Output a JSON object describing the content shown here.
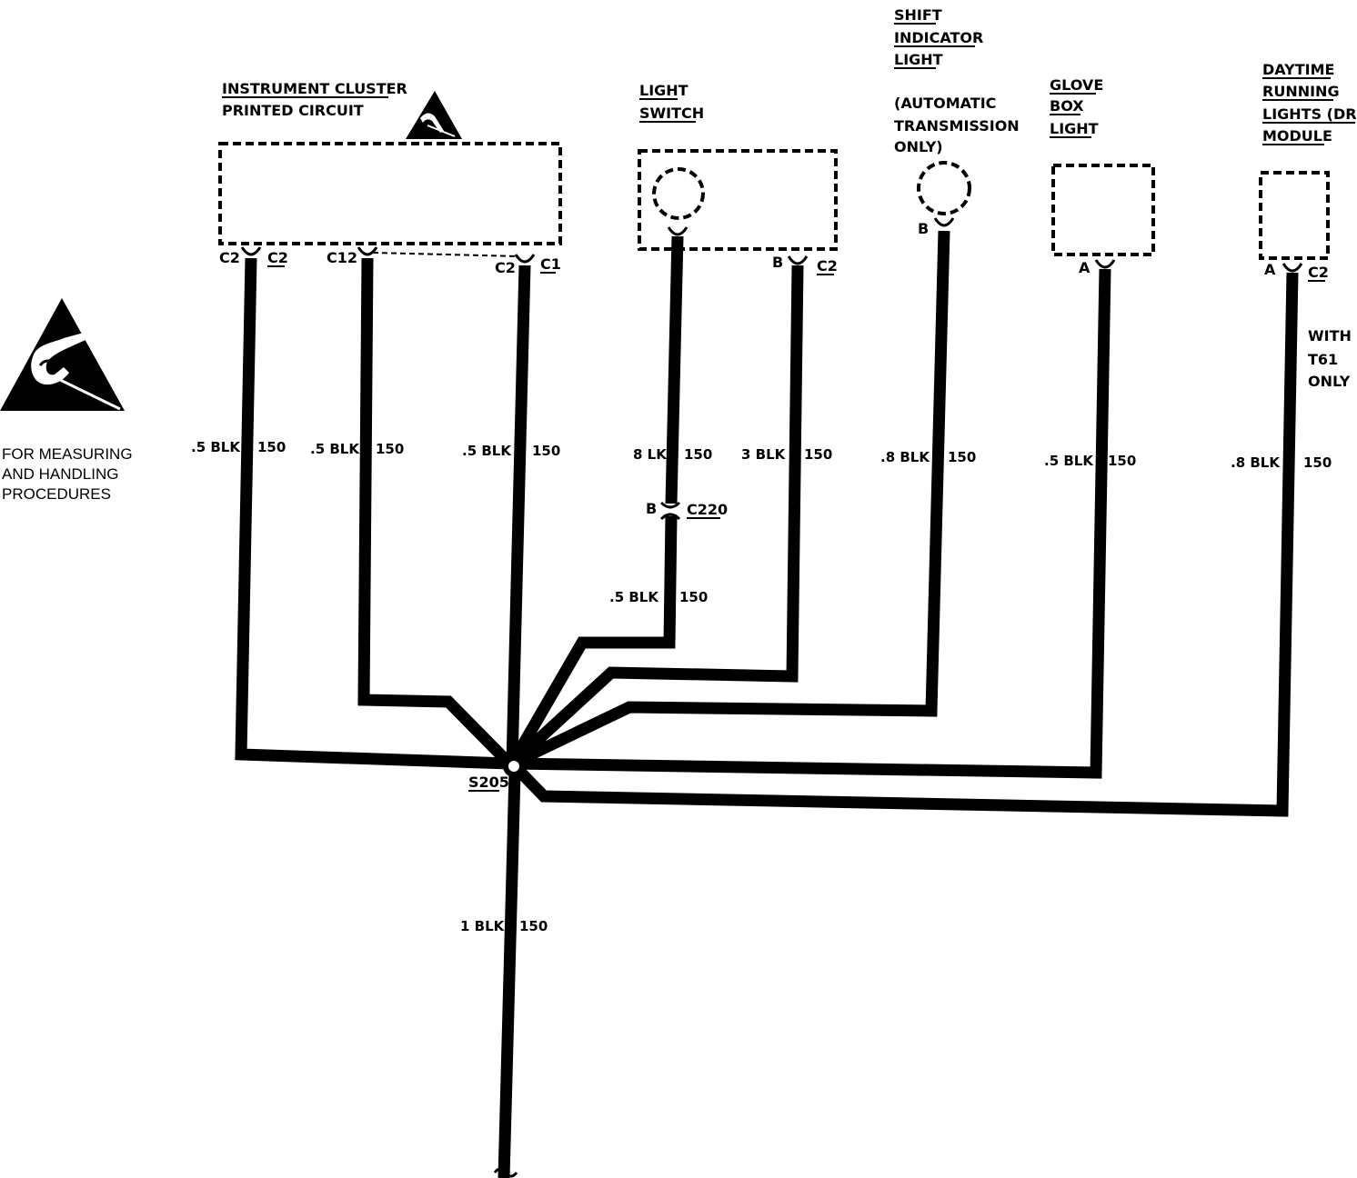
{
  "components": {
    "instrument_cluster": {
      "line1": "INSTRUMENT CLUSTER",
      "line2": "PRINTED CIRCUIT"
    },
    "light_switch": {
      "line1": "LIGHT",
      "line2": "SWITCH"
    },
    "shift_indicator": {
      "line1": "SHIFT",
      "line2": "INDICATOR",
      "line3": "LIGHT",
      "note1": "(AUTOMATIC",
      "note2": "TRANSMISSION",
      "note3": "ONLY)"
    },
    "glove_box": {
      "line1": "GLOVE",
      "line2": "BOX",
      "line3": "LIGHT"
    },
    "drl_module": {
      "line1": "DAYTIME",
      "line2": "RUNNING",
      "line3": "LIGHTS (DRL)",
      "line4": "MODULE"
    }
  },
  "esd_note": {
    "line1": "FOR MEASURING",
    "line2": "AND HANDLING",
    "line3": "PROCEDURES"
  },
  "connectors": {
    "ic_c2_pin": "C2",
    "ic_c2_conn": "C2",
    "ic_c12_pin": "C12",
    "ic_c1_pin": "C2",
    "ic_c1_conn": "C1",
    "ls_b_pin": "B",
    "ls_b_conn": "C2",
    "si_pin": "B",
    "gb_pin": "A",
    "drl_pin": "A",
    "drl_conn": "C2",
    "c220_pin": "B",
    "c220_conn": "C220"
  },
  "drl_option": {
    "line1": "WITH",
    "line2": "T61",
    "line3": "ONLY"
  },
  "wires": [
    {
      "size": ".5 BLK",
      "circuit": "150"
    },
    {
      "size": ".5 BLK",
      "circuit": "150"
    },
    {
      "size": ".5 BLK",
      "circuit": "150"
    },
    {
      "size": "8 LK",
      "circuit": "150"
    },
    {
      "size": "3 BLK",
      "circuit": "150"
    },
    {
      "size": ".8 BLK",
      "circuit": "150"
    },
    {
      "size": ".5 BLK",
      "circuit": "150"
    },
    {
      "size": ".8 BLK",
      "circuit": "150"
    },
    {
      "size": ".5 BLK",
      "circuit": "150"
    },
    {
      "size": "1 BLK",
      "circuit": "150"
    }
  ],
  "splice": {
    "label": "S205"
  }
}
